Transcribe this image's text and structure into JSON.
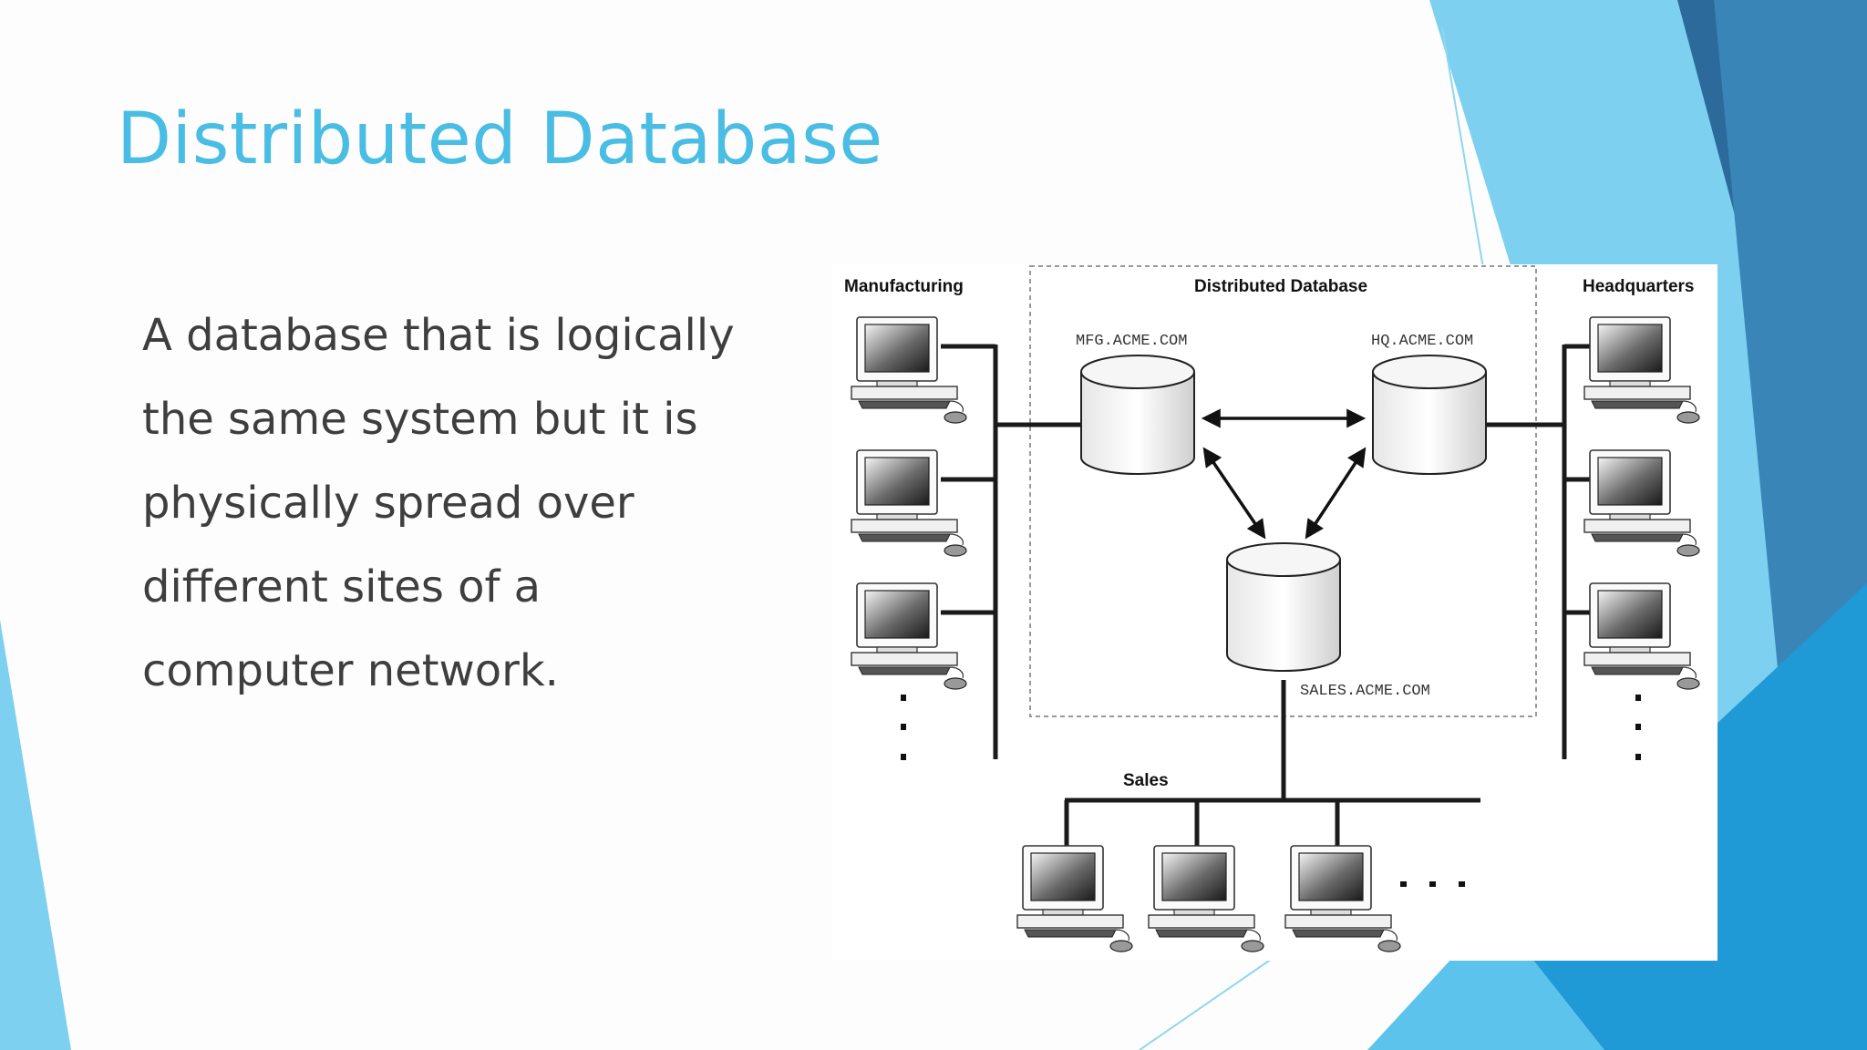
{
  "slide": {
    "title": "Distributed Database",
    "body": "A database that is logically the same system but it is physically spread over different sites of a computer network."
  },
  "diagram": {
    "groups": {
      "manufacturing": "Manufacturing",
      "distributed": "Distributed Database",
      "headquarters": "Headquarters",
      "sales": "Sales"
    },
    "databases": {
      "mfg": "MFG.ACME.COM",
      "hq": "HQ.ACME.COM",
      "sales": "SALES.ACME.COM"
    },
    "ellipsis": "..."
  },
  "colors": {
    "accent": "#49bde3",
    "text": "#3e3e3e",
    "bg_light": "#7dd0ef",
    "bg_mid": "#2fa6dc",
    "bg_dark": "#2b6a9b"
  }
}
